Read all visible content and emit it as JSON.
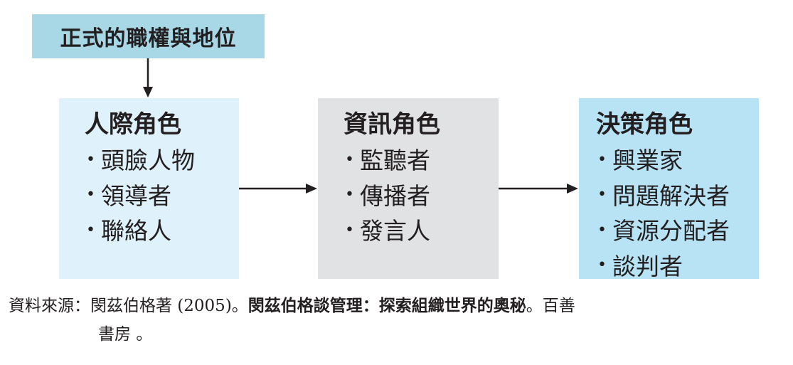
{
  "top": {
    "title": "正式的職權與地位"
  },
  "colors": {
    "top_box": "#a8d8e6",
    "interpersonal_box": "#dff1fa",
    "informational_box": "#e1e2e3",
    "decisional_box": "#b7e3f5",
    "arrow": "#231f20"
  },
  "roles": [
    {
      "title": "人際角色",
      "items": [
        "頭臉人物",
        "領導者",
        "聯絡人"
      ]
    },
    {
      "title": "資訊角色",
      "items": [
        "監聽者",
        "傳播者",
        "發言人"
      ]
    },
    {
      "title": "決策角色",
      "items": [
        "興業家",
        "問題解決者",
        "資源分配者",
        "談判者"
      ]
    }
  ],
  "bullet": "•",
  "source": {
    "prefix": "資料來源：閔茲伯格著 (2005)。",
    "book_title": "閔茲伯格談管理：探索組織世界的奧秘",
    "suffix": "。百善",
    "line2": "書房 。"
  }
}
